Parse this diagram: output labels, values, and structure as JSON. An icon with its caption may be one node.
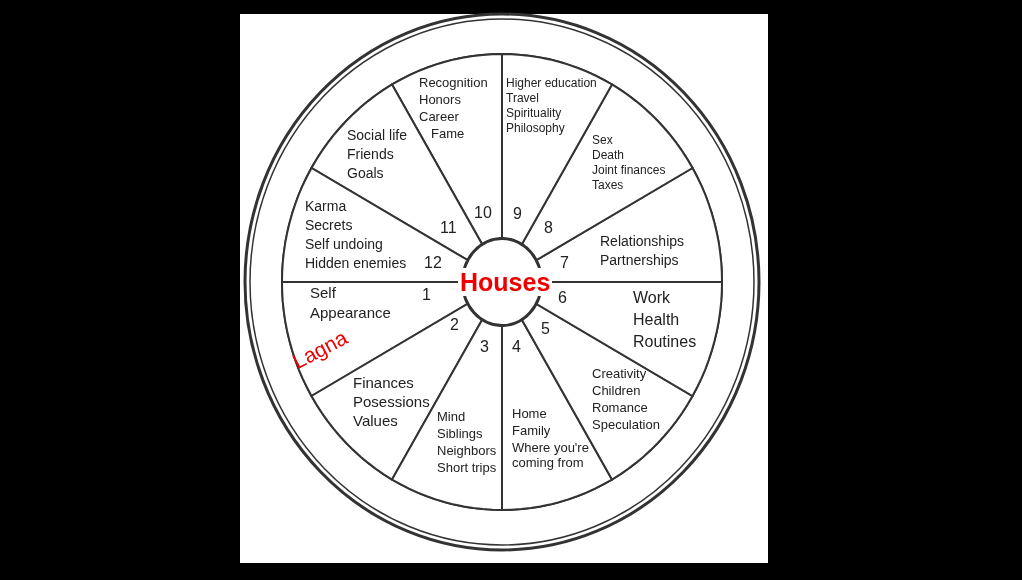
{
  "diagram": {
    "nodes": [
      {
        "text": [
          "Self",
          "1",
          "Appearance"
        ]
      },
      {
        "text": [
          "2",
          "Finances",
          "Posessions",
          "Values"
        ]
      },
      {
        "text": [
          "3",
          "Mind",
          "Siblings",
          "Neighbors",
          "Short trips"
        ]
      },
      {
        "text": [
          "4",
          "Home",
          "Family",
          "Where you're coming from"
        ]
      },
      {
        "text": [
          "5",
          "Creativity",
          "Children",
          "Romance",
          "Speculation"
        ]
      },
      {
        "text": [
          "6",
          "Work",
          "Health",
          "Routines"
        ]
      },
      {
        "text": [
          "Relationships",
          "7",
          "Partnerships"
        ]
      },
      {
        "text": [
          "Sex",
          "Death",
          "Joint finances",
          "Taxes",
          "8"
        ]
      },
      {
        "text": [
          "Higher education",
          "Travel",
          "Spirituality",
          "Philosophy",
          "9"
        ]
      },
      {
        "text": [
          "Recognition",
          "Honors",
          "Career",
          "Fame",
          "10"
        ]
      },
      {
        "text": [
          "Social life",
          "Friends",
          "Goals",
          "11"
        ]
      },
      {
        "text": [
          "Karma",
          "Secrets",
          "Self undoing",
          "Hidden enemies",
          "12"
        ]
      },
      {
        "text": [
          "Houses"
        ]
      }
    ],
    "labels": [
      "Lagna"
    ]
  }
}
